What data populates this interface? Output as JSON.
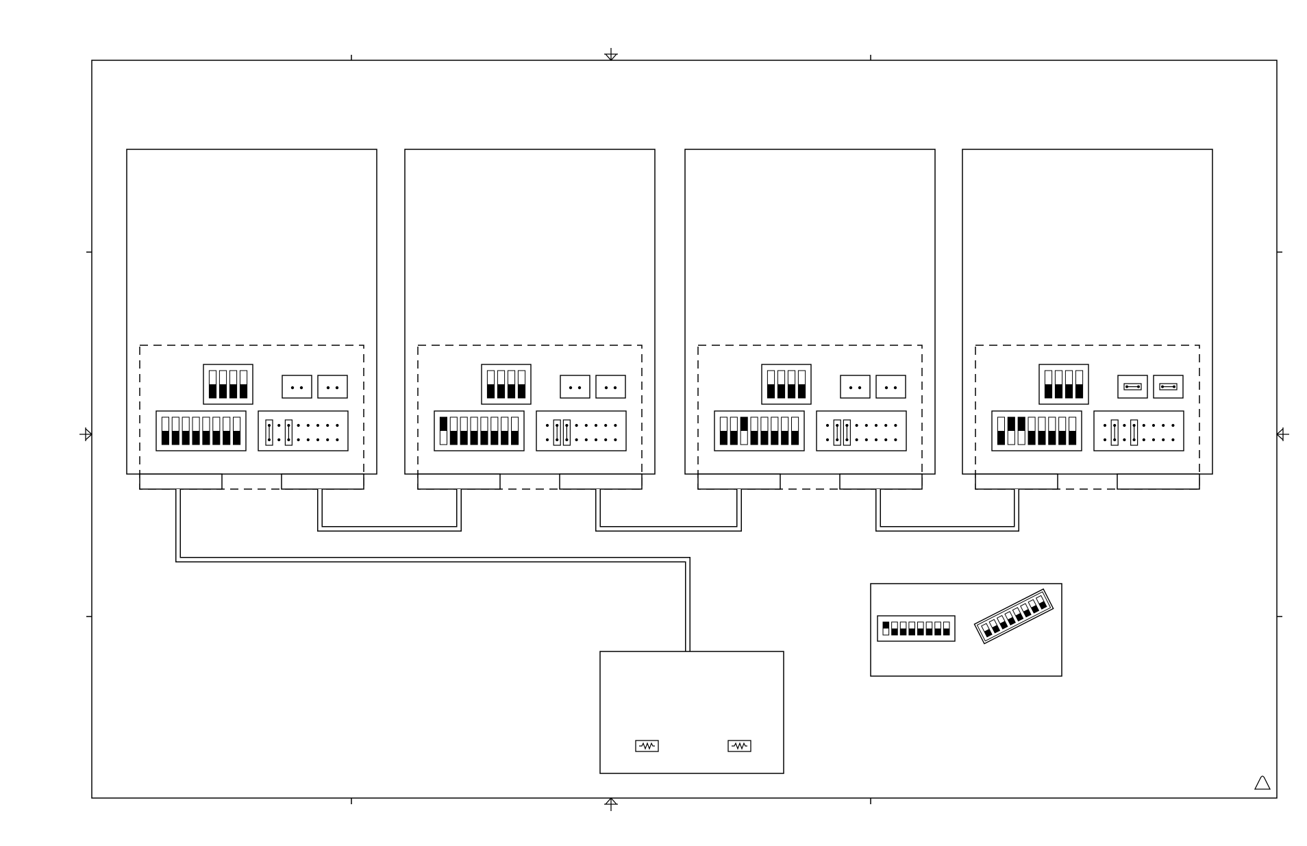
{
  "diagram": {
    "units": [
      {
        "id": 1,
        "dip4": [
          1,
          1,
          1,
          1
        ],
        "dip8": [
          1,
          1,
          1,
          1,
          1,
          1,
          1,
          1
        ],
        "jumpers": [
          0,
          2
        ],
        "header_style": "dots"
      },
      {
        "id": 2,
        "dip4": [
          1,
          1,
          1,
          1
        ],
        "dip8": [
          0,
          1,
          1,
          1,
          1,
          1,
          1,
          1
        ],
        "jumpers": [
          1,
          2
        ],
        "header_style": "dots"
      },
      {
        "id": 3,
        "dip4": [
          1,
          1,
          1,
          1
        ],
        "dip8": [
          1,
          1,
          0,
          1,
          1,
          1,
          1,
          1
        ],
        "jumpers": [
          1,
          2
        ],
        "header_style": "dots"
      },
      {
        "id": 4,
        "dip4": [
          1,
          1,
          1,
          1
        ],
        "dip8": [
          1,
          0,
          0,
          1,
          1,
          1,
          1,
          1
        ],
        "jumpers": [
          1,
          3
        ],
        "header_style": "shorted"
      }
    ],
    "legend_dip": [
      0,
      1,
      1,
      1,
      1,
      1,
      1,
      1
    ],
    "colors": {
      "line": "#000000",
      "background": "#ffffff"
    },
    "icons": [
      "terminator-resistor-icon",
      "revision-triangle-icon",
      "dip-switch-icon",
      "jumper-block-icon"
    ]
  }
}
